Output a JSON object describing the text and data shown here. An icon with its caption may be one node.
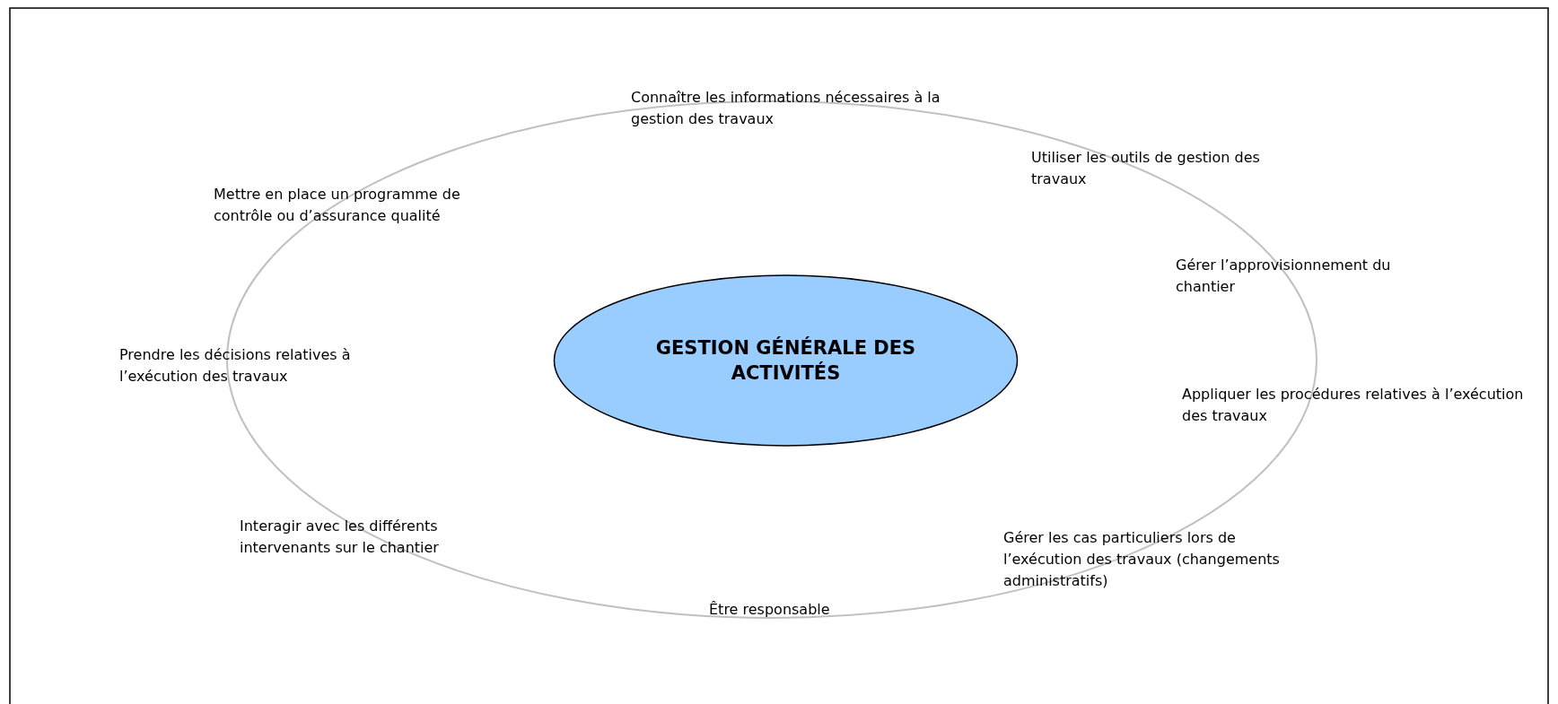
{
  "diagram": {
    "nodes": [
      {
        "text": [
          "GESTION GÉNÉRALE DES ACTIVITÉS"
        ]
      }
    ],
    "labels": [
      "Connaître les informations nécessaires à la gestion des travaux",
      "Utiliser les outils de gestion des travaux",
      "Mettre en place un programme de contrôle ou d’assurance qualité",
      "Gérer l’approvisionnement du chantier",
      "Prendre les décisions relatives à l’exécution des travaux",
      "Appliquer les procédures relatives à l’exécution des travaux",
      "Interagir avec les différents intervenants sur le chantier",
      "Gérer les cas particuliers lors de l’exécution des travaux (changements administratifs)",
      "Être responsable"
    ]
  }
}
